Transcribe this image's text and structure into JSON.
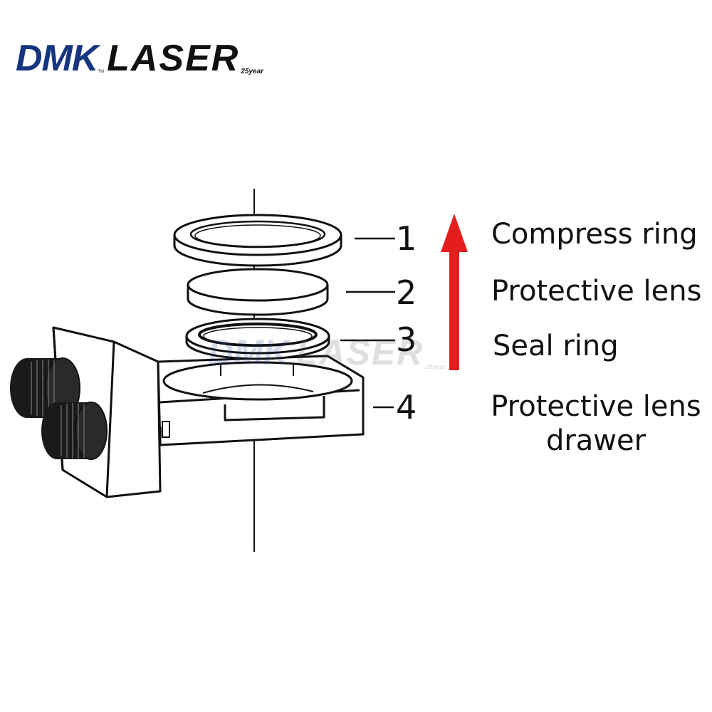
{
  "logo": {
    "brand": "DMK",
    "tm": "TM",
    "word": "LASER",
    "years": "25year"
  },
  "watermark": {
    "brand": "DMK",
    "word": "LASER",
    "years": "25year"
  },
  "callouts": [
    {
      "number": "1",
      "label": "Compress ring"
    },
    {
      "number": "2",
      "label": "Protective lens"
    },
    {
      "number": "3",
      "label": "Seal ring"
    },
    {
      "number": "4",
      "label_line1": "Protective lens",
      "label_line2": "drawer"
    }
  ],
  "colors": {
    "arrow": "#e41e1e",
    "brand_blue": "#16357f",
    "line": "#111111"
  },
  "arrow_direction": "up"
}
